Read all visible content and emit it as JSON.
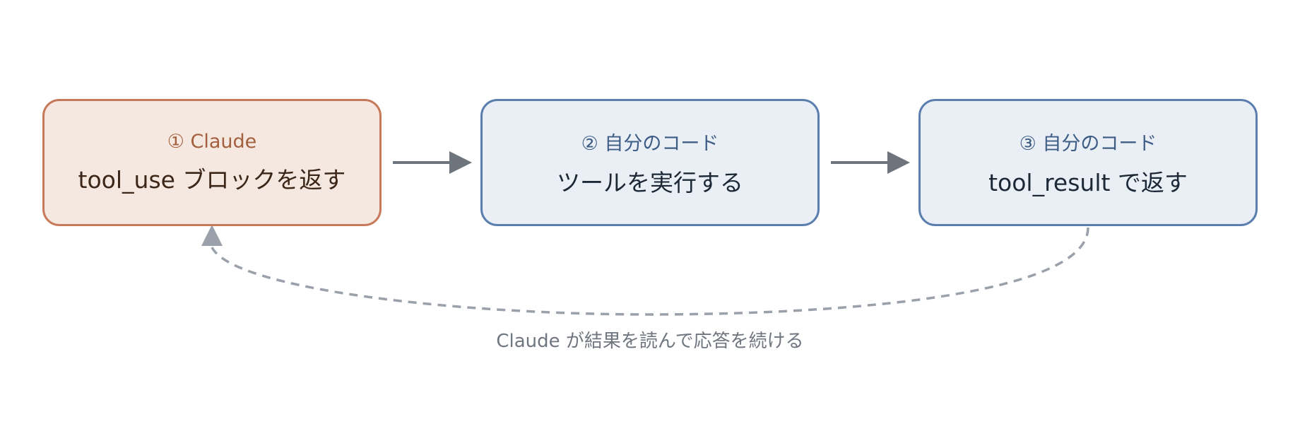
{
  "colors": {
    "claude_fill": "#f5e8e0",
    "claude_border": "#c8795a",
    "claude_number": "#a4603e",
    "claude_text": "#3b2618",
    "code_fill": "#eaeff6",
    "code_border": "#5a7fae",
    "code_number": "#3e5d85",
    "code_text": "#1c2836",
    "arrow": "#6e747c",
    "loop_line": "#9aa1ab",
    "loop_label": "#707680"
  },
  "steps": [
    {
      "number": "① Claude",
      "text": "tool_use ブロックを返す",
      "role": "claude"
    },
    {
      "number": "② 自分のコード",
      "text": "ツールを実行する",
      "role": "code"
    },
    {
      "number": "③ 自分のコード",
      "text": "tool_result で返す",
      "role": "code"
    }
  ],
  "loop": {
    "label": "Claude が結果を読んで応答を続ける"
  }
}
